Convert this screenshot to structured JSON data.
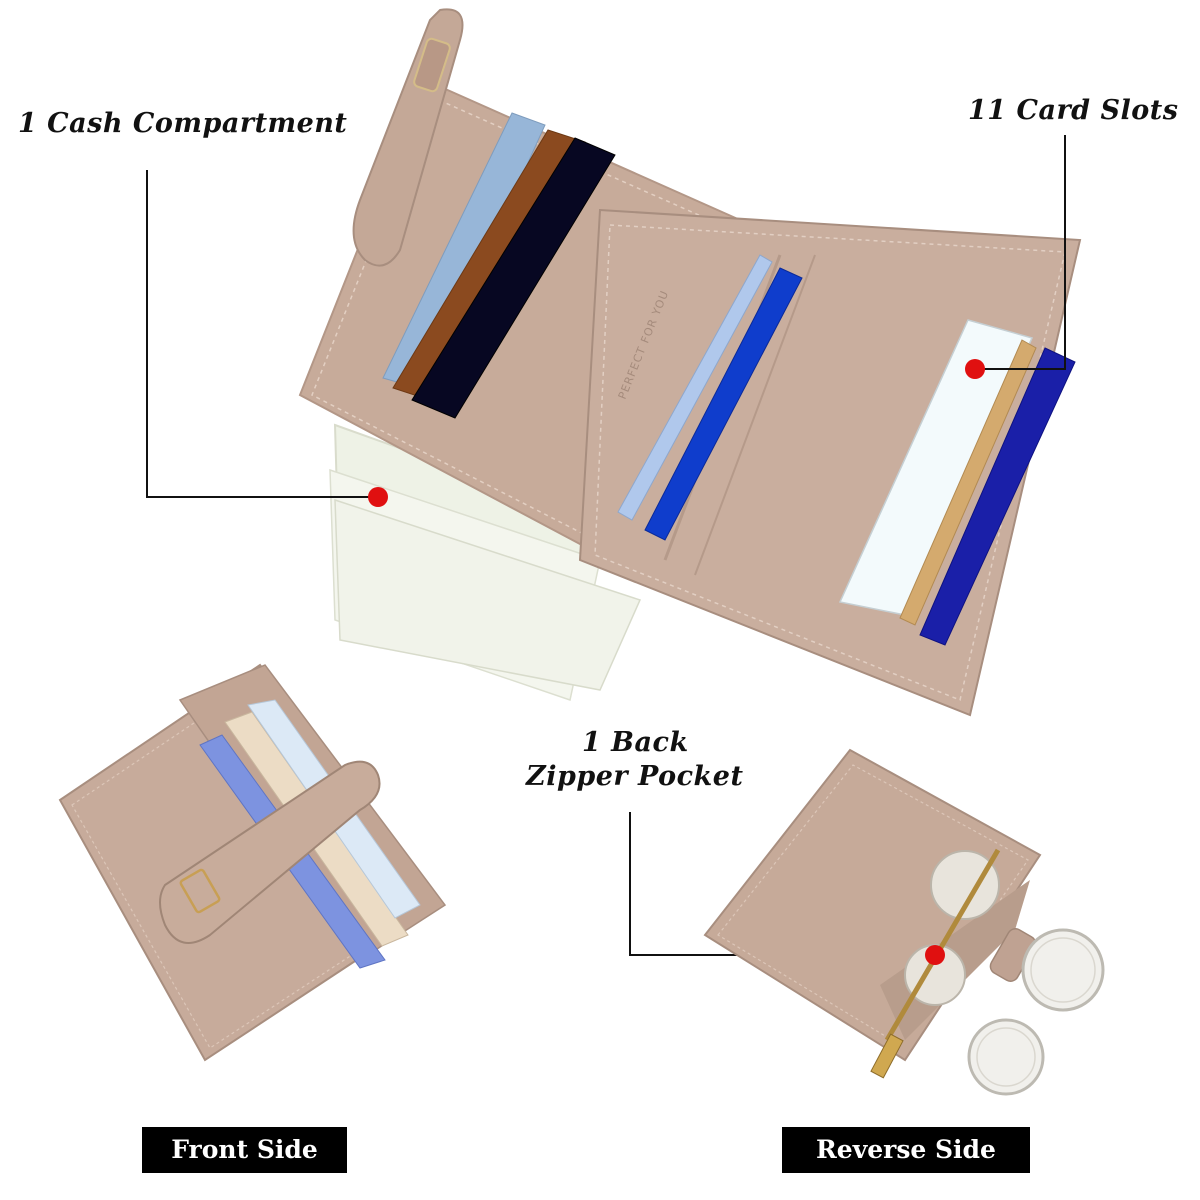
{
  "callouts": {
    "cash": "1 Cash Compartment",
    "cards": "11 Card Slots",
    "zipper_line1": "1 Back",
    "zipper_line2": "Zipper Pocket"
  },
  "badges": {
    "front": "Front Side",
    "reverse": "Reverse Side"
  },
  "embossed_text": "PERFECT FOR YOU",
  "colors": {
    "leather": "#c9ae9e",
    "leather_dark": "#a88e7f",
    "marker": "#e01010",
    "badge_bg": "#000000"
  }
}
